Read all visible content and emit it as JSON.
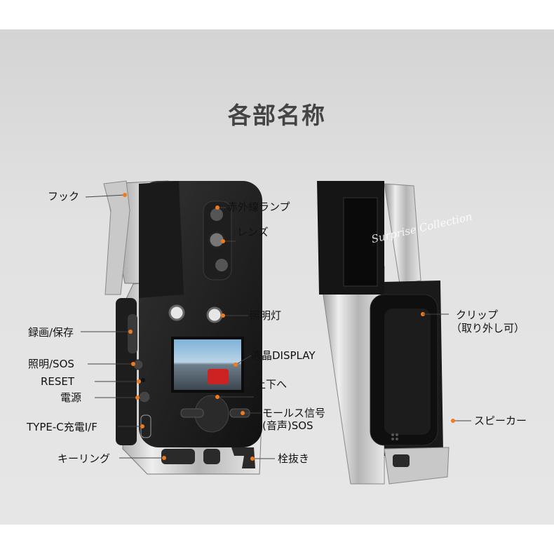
{
  "title": "各部名称",
  "watermark": "Surprise Collection",
  "labels": {
    "hook": "フック",
    "ir_lamp": "赤外線ランプ",
    "lens": "レンズ",
    "light": "照明灯",
    "record": "録画/保存",
    "light_sos": "照明/SOS",
    "reset": "RESET",
    "power": "電源",
    "typec": "TYPE-C充電I/F",
    "key_ring": "キーリング",
    "lcd": "液晶DISPLAY",
    "updown": "上下へ",
    "morse_1": "モールス信号",
    "morse_2": "(音声)SOS",
    "bottle_opener": "栓抜き",
    "clip_1": "クリップ",
    "clip_2": "（取り外し可）",
    "speaker": "スピーカー"
  },
  "colors": {
    "accent": "#f07a1c",
    "text": "#111111",
    "title": "#444444"
  }
}
